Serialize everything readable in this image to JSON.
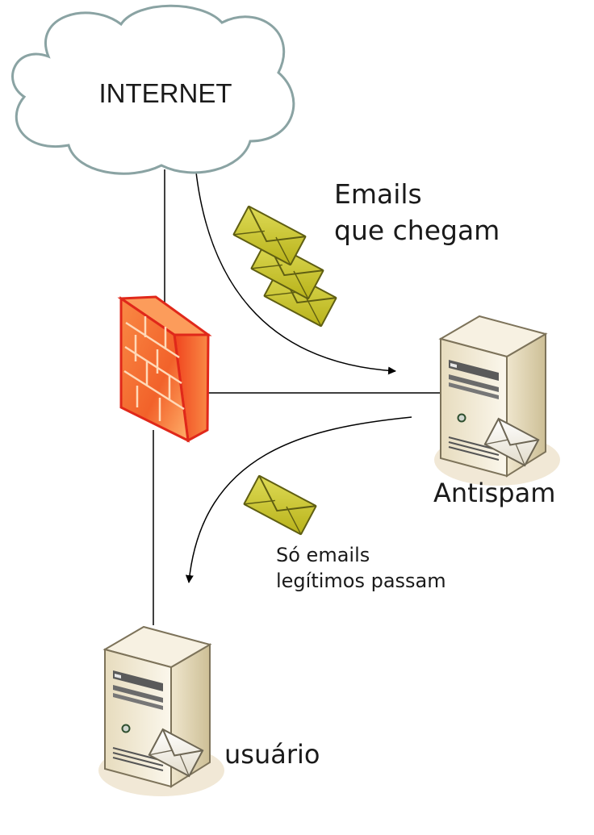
{
  "internet": {
    "label": "INTERNET"
  },
  "incoming": {
    "line1": "Emails",
    "line2": "que chegam"
  },
  "antispam": {
    "label": "Antispam"
  },
  "legit": {
    "line1": "Só emails",
    "line2": "legítimos passam"
  },
  "user": {
    "label": "usuário"
  },
  "colors": {
    "cloud_stroke": "#8aa3a3",
    "firewall_front": "#f2622a",
    "firewall_edge": "#e0281a",
    "envelope_fill": "#c9c42a",
    "envelope_stroke": "#6b6a10",
    "server_body": "#f1ead6",
    "server_side": "#d8ccaa"
  }
}
